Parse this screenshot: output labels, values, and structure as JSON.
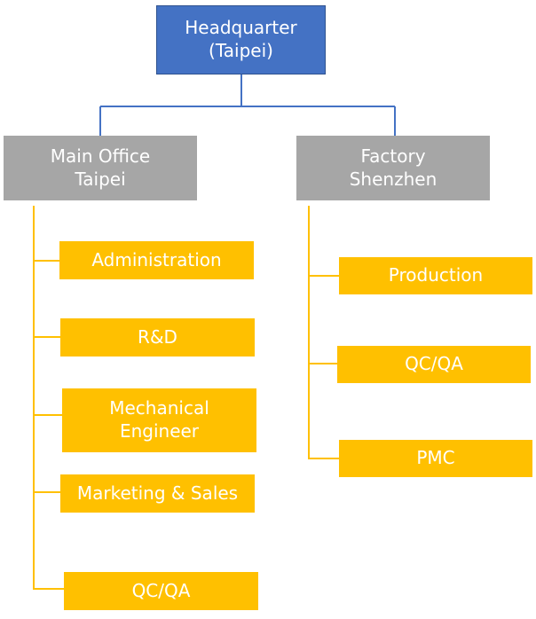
{
  "colors": {
    "headquarter_fill": "#4472c4",
    "headquarter_border": "#2f528f",
    "branch_fill": "#a6a6a6",
    "department_fill": "#ffc000",
    "hq_connector": "#4472c4",
    "department_connector": "#ffc000",
    "text": "#ffffff"
  },
  "headquarter": {
    "line1": "Headquarter",
    "line2": "(Taipei)"
  },
  "main_office": {
    "line1": "Main Office",
    "line2": "Taipei",
    "departments": [
      {
        "line1": "Administration",
        "line2": ""
      },
      {
        "line1": "R&D",
        "line2": ""
      },
      {
        "line1": "Mechanical",
        "line2": "Engineer"
      },
      {
        "line1": "Marketing & Sales",
        "line2": ""
      },
      {
        "line1": "QC/QA",
        "line2": ""
      }
    ]
  },
  "factory": {
    "line1": "Factory",
    "line2": "Shenzhen",
    "departments": [
      {
        "line1": "Production",
        "line2": ""
      },
      {
        "line1": "QC/QA",
        "line2": ""
      },
      {
        "line1": "PMC",
        "line2": ""
      }
    ]
  }
}
